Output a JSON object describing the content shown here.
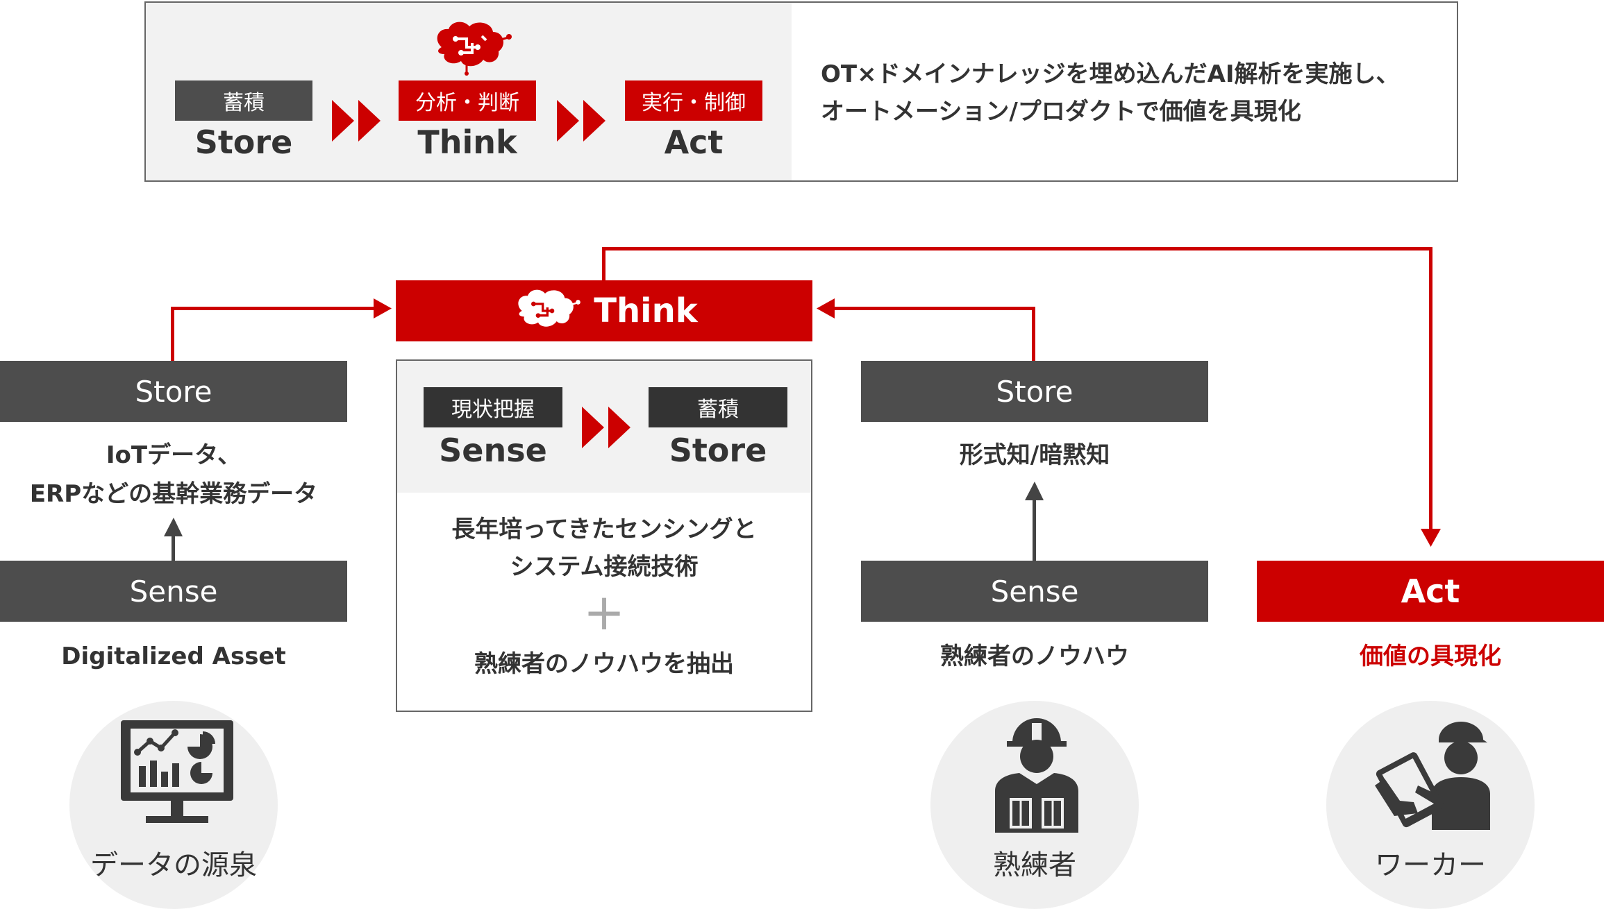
{
  "colors": {
    "accent": "#cc0000",
    "dark": "#4d4d4d",
    "panel": "#f2f2f2"
  },
  "top_panel": {
    "steps": [
      {
        "jp": "蓄積",
        "en": "Store",
        "style": "dark"
      },
      {
        "jp": "分析・判断",
        "en": "Think",
        "style": "red",
        "icon": "brain-icon"
      },
      {
        "jp": "実行・制御",
        "en": "Act",
        "style": "red"
      }
    ],
    "description": [
      "OT×ドメインナレッジを埋め込んだAI解析を実施し、",
      "オートメーション/プロダクトで価値を具現化"
    ]
  },
  "think_header": {
    "label": "Think",
    "icon": "brain-icon"
  },
  "think_box": {
    "left": {
      "jp": "現状把握",
      "en": "Sense"
    },
    "right": {
      "jp": "蓄積",
      "en": "Store"
    },
    "desc1": [
      "長年培ってきたセンシングと",
      "システム接続技術"
    ],
    "plus": "+",
    "desc2": "熟練者のノウハウを抽出"
  },
  "left_column": {
    "store_label": "Store",
    "store_desc": [
      "IoTデータ、",
      "ERPなどの基幹業務データ"
    ],
    "sense_label": "Sense",
    "sense_desc": "Digitalized Asset",
    "circle_label": "データの源泉",
    "icon": "monitor-chart-icon"
  },
  "middle_column": {
    "store_label": "Store",
    "store_desc": "形式知/暗黙知",
    "sense_label": "Sense",
    "sense_desc": "熟練者のノウハウ",
    "circle_label": "熟練者",
    "icon": "hardhat-worker-icon"
  },
  "act_column": {
    "act_label": "Act",
    "act_desc": "価値の具現化",
    "circle_label": "ワーカー",
    "icon": "tablet-worker-icon"
  }
}
